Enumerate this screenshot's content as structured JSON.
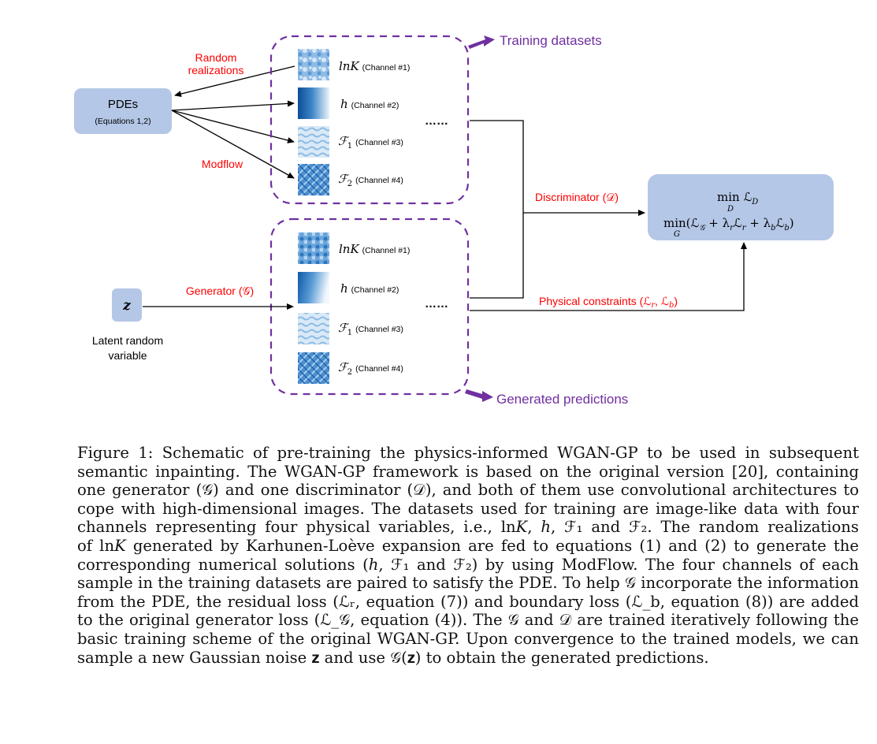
{
  "diagram": {
    "pdes_box": {
      "title": "PDEs",
      "subtitle": "(Equations 1,2)"
    },
    "z_box": {
      "label": "z"
    },
    "latent_label": [
      "Latent random",
      "variable"
    ],
    "random_realizations": [
      "Random",
      "realizations"
    ],
    "modflow": "Modflow",
    "generator_label": "Generator (𝒢)",
    "discriminator_label": "Discriminator (𝒟)",
    "physical_constraints_label": "Physical constraints (ℒ",
    "physical_constraints_r": "r",
    "physical_constraints_b": "b",
    "training_datasets": "Training datasets",
    "generated_predictions": "Generated predictions",
    "dots": "……",
    "objective_line1": "min ℒ",
    "objective_line1_sub": "D",
    "objective_line1_min_sub": "D",
    "objective_line2": "min(ℒ",
    "objective_line2_min_sub": "G",
    "training_channels": [
      {
        "var": "lnK",
        "sub": "",
        "channel": "(Channel #1)"
      },
      {
        "var": "h",
        "sub": "",
        "channel": "(Channel #2)"
      },
      {
        "var": "ℱ",
        "sub": "1",
        "channel": "(Channel #3)"
      },
      {
        "var": "ℱ",
        "sub": "2",
        "channel": "(Channel #4)"
      }
    ],
    "generated_channels": [
      {
        "var": "lnK",
        "sub": "",
        "channel": "(Channel #1)"
      },
      {
        "var": "h",
        "sub": "",
        "channel": "(Channel #2)"
      },
      {
        "var": "ℱ",
        "sub": "1",
        "channel": "(Channel #3)"
      },
      {
        "var": "ℱ",
        "sub": "2",
        "channel": "(Channel #4)"
      }
    ],
    "colors": {
      "box_fill": "#b4c7e7",
      "dashed_border": "#7030a0",
      "red_text": "#ff0000",
      "purple_text": "#7030a0",
      "arrow": "#000000"
    }
  },
  "caption": {
    "lines": [
      "Figure 1: Schematic of pre-training the physics-informed WGAN-GP to be used in subsequent",
      "semantic inpainting. The WGAN-GP framework is based on the original version [20], containing",
      "one generator (𝒢) and one discriminator (𝒟), and both of them use convolutional architectures to",
      "cope with high-dimensional images. The datasets used for training are image-like data with four",
      "channels representing four physical variables, i.e., ln𝐾, ℎ, ℱ₁ and ℱ₂. The random realizations",
      "of ln𝐾 generated by Karhunen-Loève expansion are fed to equations (1) and (2) to generate the",
      "corresponding numerical solutions (ℎ, ℱ₁ and ℱ₂) by using ModFlow. The four channels of each",
      "sample in the training datasets are paired to satisfy the PDE. To help 𝒢 incorporate the information",
      "from the PDE, the residual loss (ℒᵣ, equation (7)) and boundary loss (ℒ_b, equation (8)) are added",
      "to the original generator loss (ℒ_𝒢, equation (4)). The 𝒢 and 𝒟 are trained iteratively following the",
      "basic training scheme of the original WGAN-GP. Upon convergence to the trained models, we can",
      "sample a new Gaussian noise 𝐳 and use 𝒢(𝐳) to obtain the generated predictions."
    ]
  }
}
